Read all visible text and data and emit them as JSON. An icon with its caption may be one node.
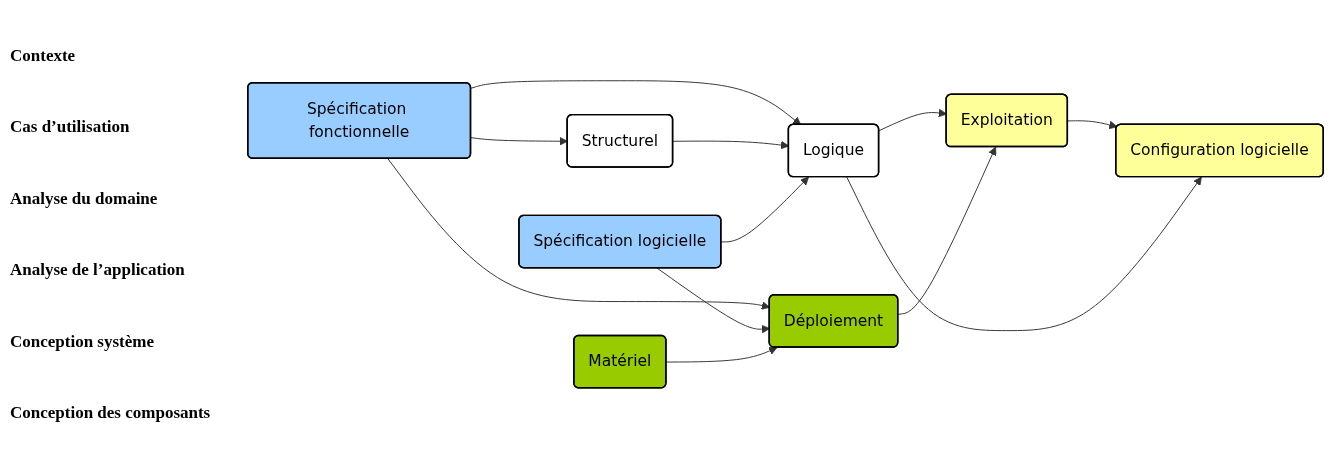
{
  "diagram": {
    "nodes": [
      {
        "text": [
          "Spécification fonctionnelle"
        ]
      },
      {
        "text": [
          "Structurel"
        ]
      },
      {
        "text": [
          "Spécification logicielle"
        ]
      },
      {
        "text": [
          "Matériel"
        ]
      },
      {
        "text": [
          "Logique"
        ]
      },
      {
        "text": [
          "Exploitation"
        ]
      },
      {
        "text": [
          "Déploiement"
        ]
      },
      {
        "text": [
          "Configuration logicielle"
        ]
      }
    ],
    "edges": [
      {
        "from": 0,
        "to": 6,
        "arrow": "to"
      },
      {
        "from": 0,
        "to": 1,
        "arrow": "to"
      },
      {
        "from": 0,
        "to": 4,
        "arrow": "to"
      },
      {
        "from": 1,
        "to": 4,
        "arrow": "to"
      },
      {
        "from": 2,
        "to": 4,
        "arrow": "to"
      },
      {
        "from": 2,
        "to": 6,
        "arrow": "to"
      },
      {
        "from": 3,
        "to": 6,
        "arrow": "to"
      },
      {
        "from": 4,
        "to": 5,
        "arrow": "to"
      },
      {
        "from": 6,
        "to": 5,
        "arrow": "to"
      },
      {
        "from": 5,
        "to": 7,
        "arrow": "to"
      },
      {
        "from": 4,
        "to": 7,
        "arrow": "to"
      }
    ],
    "labels": [
      "Contexte",
      "Cas d’utilisation",
      "Analyse du domaine",
      "Analyse de l’application",
      "Conception système",
      "Conception des composants"
    ]
  }
}
